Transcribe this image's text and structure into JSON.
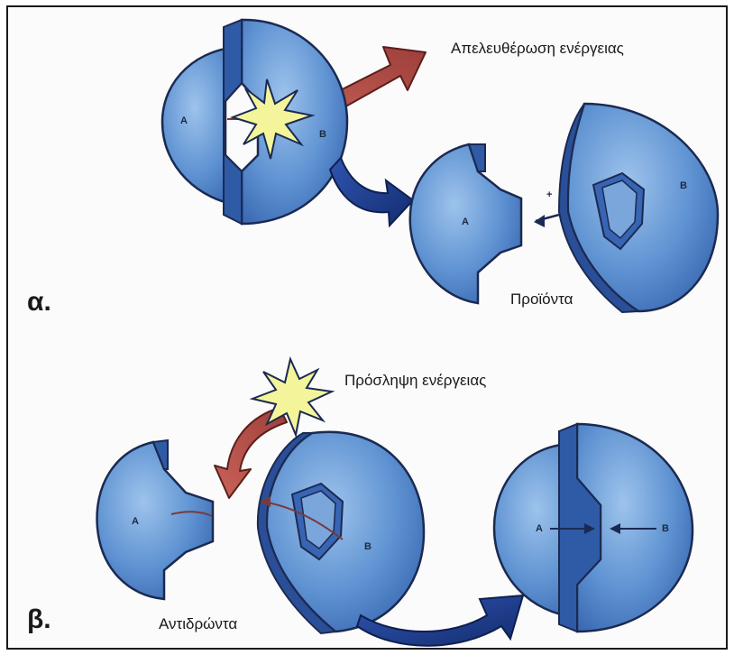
{
  "panel_a": {
    "part_label": "α.",
    "energy_caption": "Απελευθέρωση ενέργειας",
    "products_caption": "Προϊόντα",
    "plus_sign": "+",
    "letters": {
      "a_joined": "A",
      "b_joined": "B",
      "a_separate": "A",
      "b_separate": "B"
    }
  },
  "panel_b": {
    "part_label": "β.",
    "energy_caption": "Πρόσληψη ενέργειας",
    "reactants_caption": "Αντιδρώντα",
    "letters": {
      "a_separate": "A",
      "b_separate": "B",
      "a_joined": "A",
      "b_joined": "B"
    }
  },
  "colors": {
    "sphere_light": "#8fb8e6",
    "sphere_mid": "#5b8fd0",
    "sphere_dark": "#2b4f96",
    "outline": "#1b2a52",
    "energy_arrow": "#b4524a",
    "flow_arrow": "#1e3a8a",
    "flash": "#f4f59a"
  }
}
